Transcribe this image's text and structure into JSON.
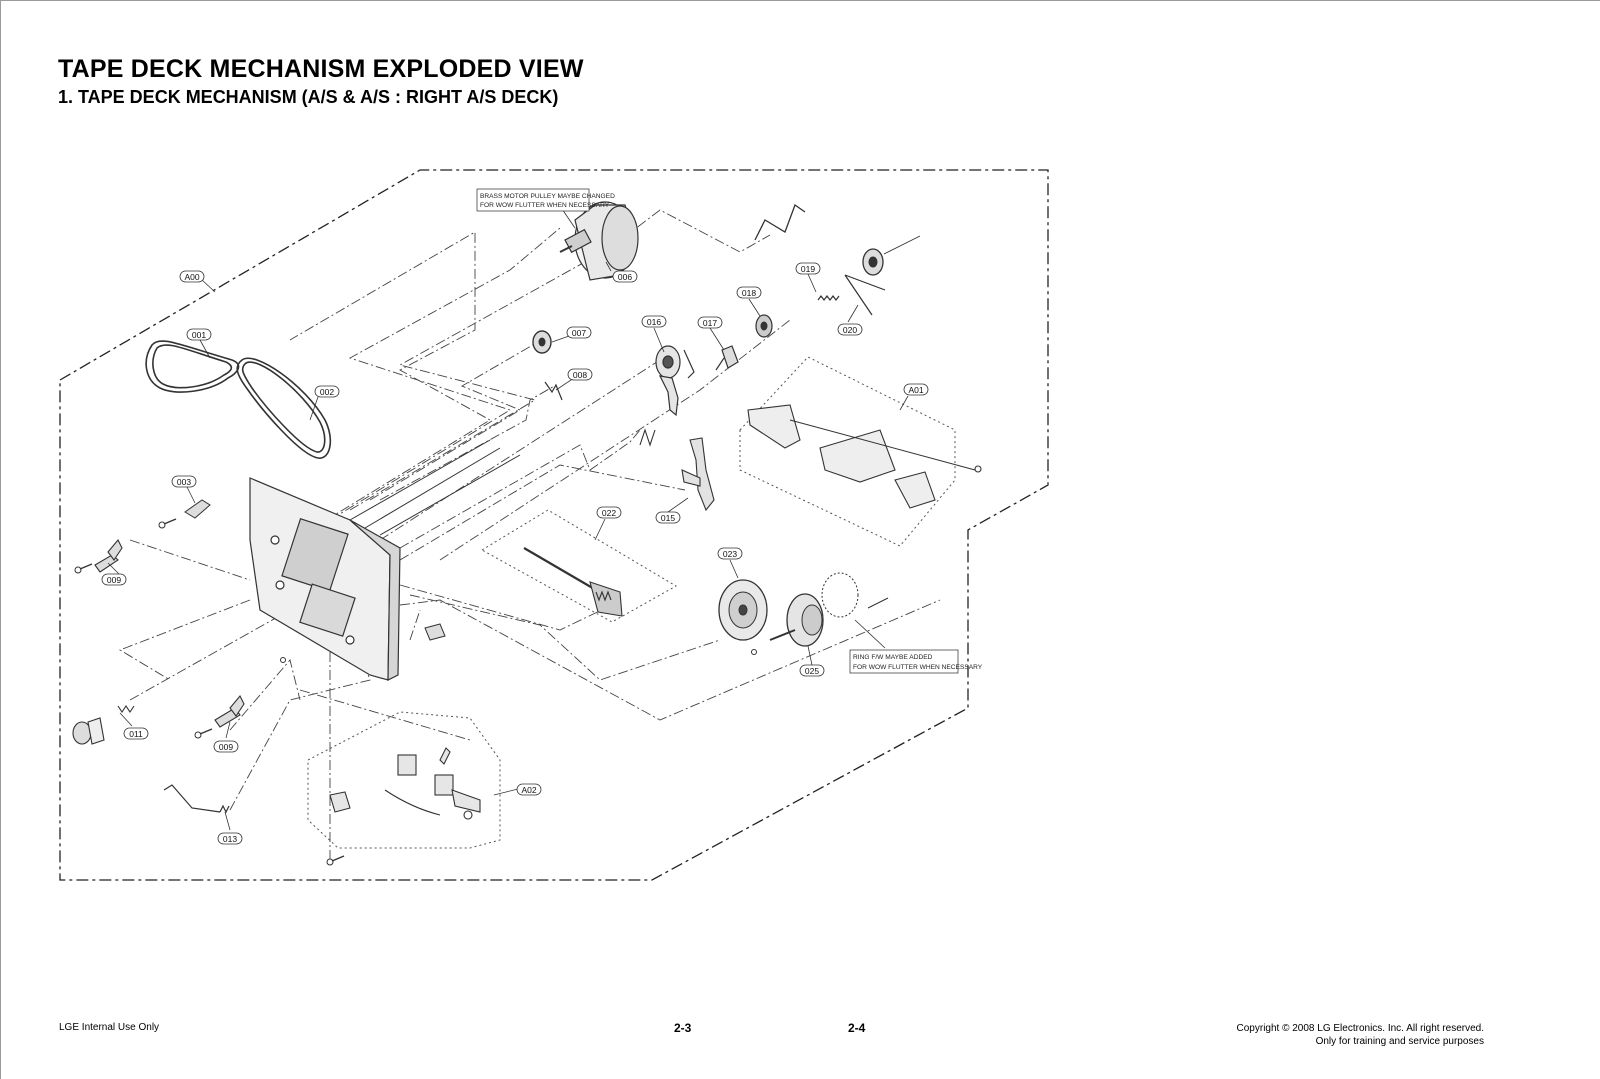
{
  "header": {
    "title": "TAPE DECK MECHANISM EXPLODED VIEW",
    "subtitle": "1. TAPE DECK MECHANISM (A/S & A/S : RIGHT A/S DECK)"
  },
  "diagram": {
    "callouts": [
      "A00",
      "001",
      "002",
      "003",
      "009",
      "009",
      "011",
      "013",
      "006",
      "007",
      "008",
      "016",
      "017",
      "018",
      "019",
      "020",
      "015",
      "022",
      "023",
      "025",
      "A01",
      "A02"
    ],
    "notes": {
      "motor_pulley": [
        "BRASS MOTOR PULLEY MAYBE CHANGED",
        "FOR WOW FLUTTER WHEN NECESSARY"
      ],
      "ring_fw": [
        "RING F/W MAYBE ADDED",
        "FOR WOW FLUTTER WHEN NECESSARY"
      ]
    }
  },
  "footer": {
    "left": "LGE Internal Use Only",
    "page_left": "2-3",
    "page_right": "2-4",
    "copyright": "Copyright © 2008 LG Electronics. Inc. All right reserved.",
    "purpose": "Only for training and service purposes"
  }
}
